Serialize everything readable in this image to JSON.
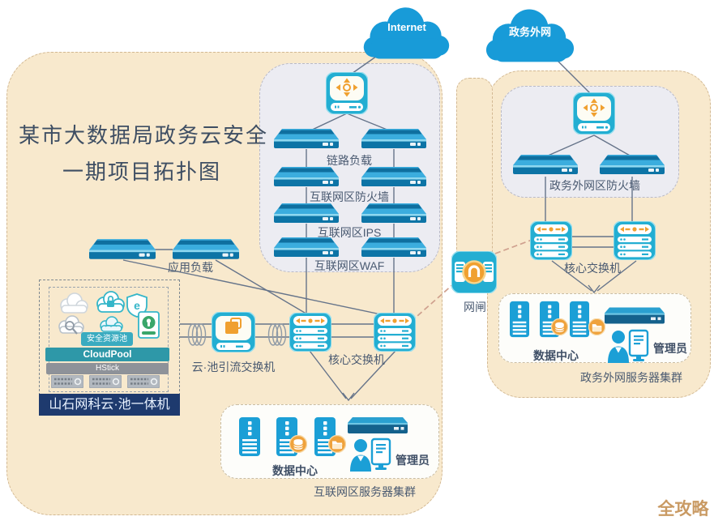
{
  "title": {
    "line1": "某市大数据局政务云安全",
    "line2": "一期项目拓扑图"
  },
  "clouds": {
    "internet": "Internet",
    "gov": "政务外网"
  },
  "internet_zone": {
    "rows": [
      {
        "label": "链路负载"
      },
      {
        "label": "互联网区防火墙"
      },
      {
        "label": "互联网区IPS"
      },
      {
        "label": "互联网区WAF"
      }
    ],
    "core_switch": "核心交换机"
  },
  "left_zone": {
    "app_load": "应用负载",
    "diversion_switch": "云·池引流交换机",
    "hillstone": {
      "pool_badge": "安全资源池",
      "cloudpool": "CloudPool",
      "hstick": "HStick",
      "banner": "山石网科云·池一体机"
    }
  },
  "gateway": {
    "label": "网闸"
  },
  "gov_zone": {
    "firewall": "政务外网区防火墙",
    "core_switch": "核心交换机",
    "datacenter": "数据中心",
    "admin": "管理员",
    "cluster": "政务外网服务器集群"
  },
  "internet_cluster": {
    "datacenter": "数据中心",
    "admin": "管理员",
    "cluster": "互联网区服务器集群"
  },
  "watermark": "全攻略",
  "colors": {
    "device_teal": "#23aed2",
    "device_blue": "#1b9fd6",
    "accent_orange": "#f0a030",
    "cloud_blue": "#189bd8",
    "beige": "#f8e9cd",
    "panel_gray": "#ececf2",
    "navy_banner": "#1e3a6e",
    "teal_bar": "#2e98a8",
    "gray_bar": "#8e9299",
    "label_text": "#4a5a71",
    "wire": "#66748a",
    "wire_dashed": "#cfa08e"
  }
}
